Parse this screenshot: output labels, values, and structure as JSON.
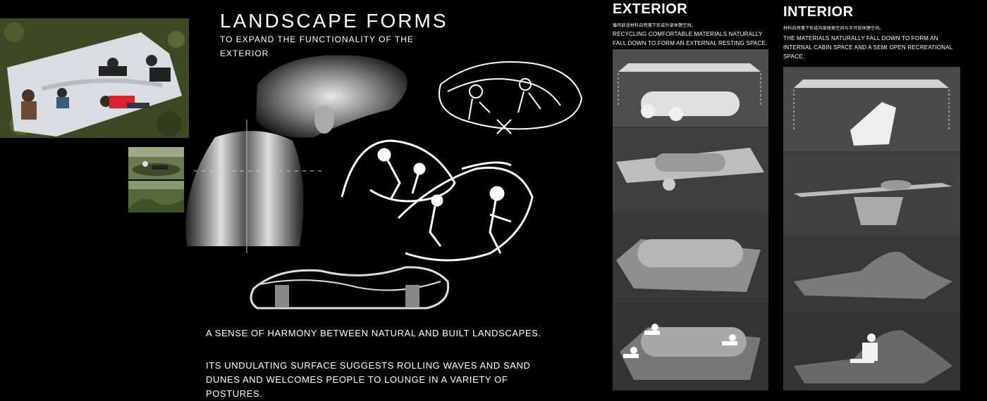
{
  "landscape": {
    "title": "LANDSCAPE FORMS",
    "subtitle": "TO EXPAND THE FUNCTIONALITY OF THE EXTERIOR",
    "caption_1": "A SENSE OF HARMONY BETWEEN NATURAL AND BUILT LANDSCAPES.",
    "caption_2": "ITS UNDULATING SURFACE SUGGESTS ROLLING WAVES AND SAND DUNES AND WELCOMES PEOPLE TO LOUNGE IN A VARIETY OF POSTURES."
  },
  "exterior": {
    "title": "EXTERIOR",
    "description_cn": "循环舒适材料自然落下形成外部休憩空间。",
    "description_en": "RECYCLING COMFORTABLE MATERIALS NATURALLY FALL DOWN TO FORM AN EXTERNAL RESTING SPACE."
  },
  "interior": {
    "title": "INTERIOR",
    "description_cn": "材料自然落下形成内部座舱空间与半开放休憩空间。",
    "description_en": "THE MATERIALS NATURALLY FALL DOWN TO FORM AN INTERNAL CABIN SPACE AND A SEMI OPEN RECREATIONAL SPACE."
  }
}
